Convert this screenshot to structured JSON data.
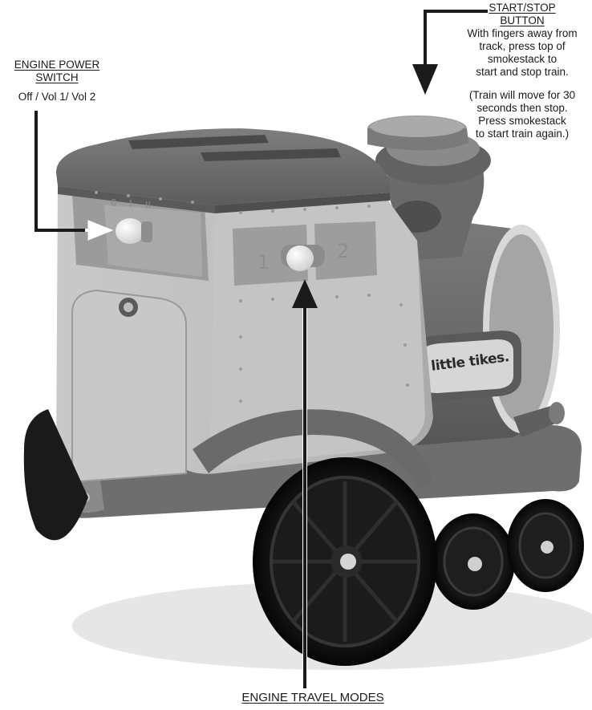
{
  "callouts": {
    "engine_power_switch": {
      "heading_line1": "ENGINE POWER",
      "heading_line2": "SWITCH",
      "modes": "Off / Vol 1/ Vol 2"
    },
    "start_stop_button": {
      "heading_line1": "START/STOP",
      "heading_line2": "BUTTON",
      "instructions": [
        "With fingers away from",
        "track, press top of",
        "smokestack to",
        "start and stop train."
      ],
      "note": [
        "(Train will move for 30",
        "seconds then stop.",
        "Press smokestack",
        "to start train again.)"
      ]
    },
    "engine_travel_modes": {
      "heading": "ENGINE TRAVEL MODES"
    }
  },
  "toy": {
    "brand_badge": "little tikes.",
    "travel_mode_labels": [
      "1",
      "2"
    ],
    "switch_marks": [
      "0",
      "I",
      "II"
    ]
  },
  "colors": {
    "arrow": "#1a1a1a",
    "text": "#1a1a1a"
  }
}
